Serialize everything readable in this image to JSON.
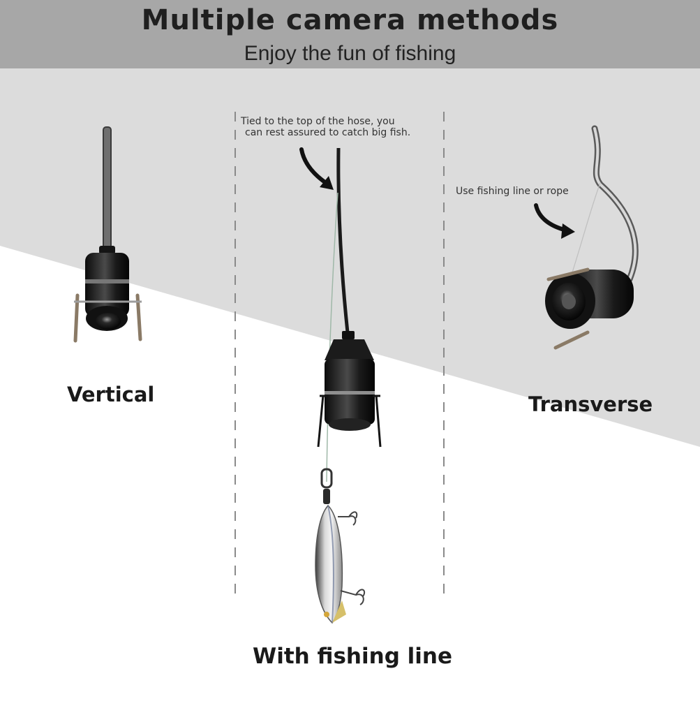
{
  "header": {
    "title": "Multiple camera methods",
    "subtitle": "Enjoy the fun of fishing"
  },
  "sections": {
    "vertical": {
      "label": "Vertical"
    },
    "fishing_line": {
      "label": "With fishing line",
      "note_line1": "Tied to the top of the hose, you",
      "note_line2": "can rest assured to catch big fish."
    },
    "transverse": {
      "label": "Transverse",
      "note": "Use fishing line or rope"
    }
  },
  "colors": {
    "header_bg": "#a7a7a7",
    "panel_gray": "#dcdcdc",
    "background": "#ffffff"
  }
}
